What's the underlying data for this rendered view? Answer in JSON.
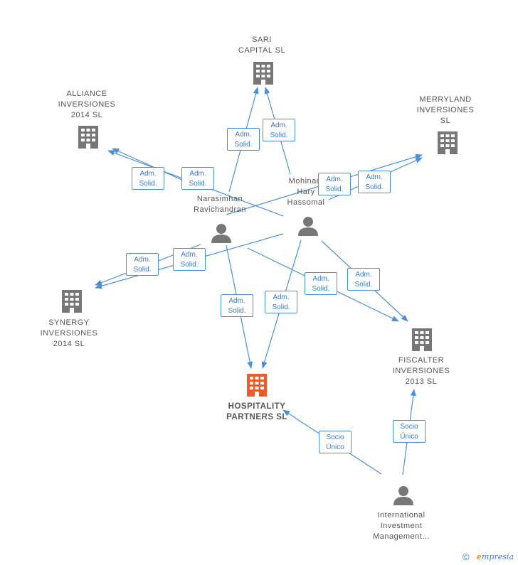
{
  "nodes": {
    "sari": [
      "SARI",
      "CAPITAL SL"
    ],
    "alliance": [
      "ALLIANCE",
      "INVERSIONES",
      "2014 SL"
    ],
    "merryland": [
      "MERRYLAND",
      "INVERSIONES",
      "SL"
    ],
    "narasimhan": [
      "Narasimhan",
      "Ravichandran"
    ],
    "mohinani": [
      "Mohinani",
      "Hary",
      "Hassomal"
    ],
    "synergy": [
      "SYNERGY",
      "INVERSIONES",
      "2014 SL"
    ],
    "hospitality": [
      "HOSPITALITY",
      "PARTNERS SL"
    ],
    "fiscalter": [
      "FISCALTER",
      "INVERSIONES",
      "2013 SL"
    ],
    "international": [
      "International",
      "Investment",
      "Management..."
    ]
  },
  "edge_labels": {
    "adm": [
      "Adm.",
      "Solid."
    ],
    "socio": [
      "Socio",
      "Único"
    ]
  },
  "footer": {
    "copyright": "©",
    "brand_e": "e",
    "brand_rest": "mpresia"
  },
  "colors": {
    "edge": "#4a90d9",
    "node_icon": "#777777",
    "main_icon": "#f05a28"
  }
}
